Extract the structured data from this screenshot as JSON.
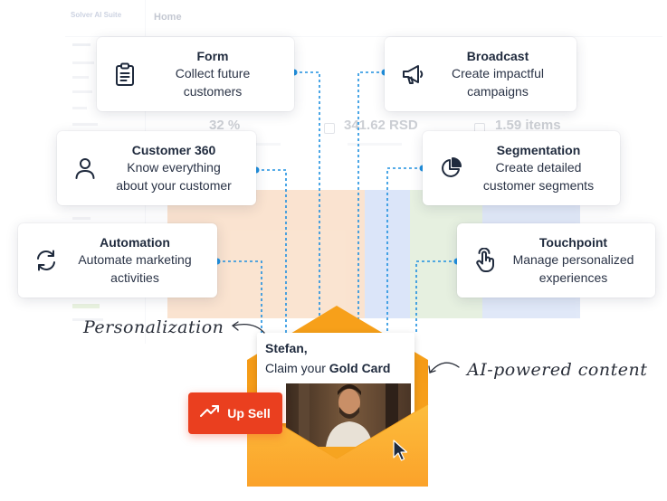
{
  "background_app": {
    "brand": "Solver AI Suite",
    "page_title": "Home",
    "stats": [
      {
        "value": "32 %"
      },
      {
        "value": "341.62 RSD"
      },
      {
        "value": "1.59 items"
      }
    ]
  },
  "cards": {
    "form": {
      "title": "Form",
      "desc1": "Collect future",
      "desc2": "customers",
      "icon": "clipboard-icon"
    },
    "broadcast": {
      "title": "Broadcast",
      "desc1": "Create impactful",
      "desc2": "campaigns",
      "icon": "megaphone-icon"
    },
    "customer360": {
      "title": "Customer 360",
      "desc1": "Know everything",
      "desc2": "about your customer",
      "icon": "user-icon"
    },
    "segmentation": {
      "title": "Segmentation",
      "desc1": "Create detailed",
      "desc2": "customer segments",
      "icon": "pie-chart-icon"
    },
    "automation": {
      "title": "Automation",
      "desc1": "Automate marketing",
      "desc2": "activities",
      "icon": "refresh-icon"
    },
    "touchpoint": {
      "title": "Touchpoint",
      "desc1": "Manage personalized",
      "desc2": "experiences",
      "icon": "tap-hand-icon"
    }
  },
  "message": {
    "greeting": "Stefan,",
    "line_prefix": "Claim your ",
    "line_bold": "Gold Card"
  },
  "upsell": {
    "label": "Up Sell",
    "icon": "trending-up-icon"
  },
  "annotations": {
    "left": "Personalization",
    "right": "AI-powered content"
  },
  "colors": {
    "accent_blue": "#1e90e0",
    "card_text": "#1f2a3d",
    "envelope_orange": "#f7a21b",
    "upsell_red": "#ea3f1f"
  }
}
